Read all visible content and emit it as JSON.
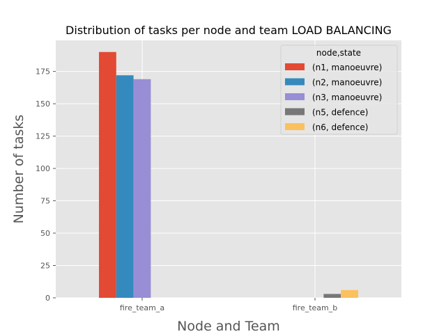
{
  "chart_data": {
    "type": "bar",
    "title": "Distribution of tasks per node and team LOAD BALANCING",
    "xlabel": "Node and Team",
    "ylabel": "Number of tasks",
    "categories": [
      "fire_team_a",
      "fire_team_b"
    ],
    "ylim": [
      0,
      199
    ],
    "yticks": [
      0,
      25,
      50,
      75,
      100,
      125,
      150,
      175
    ],
    "grid": true,
    "legend_title": "node,state",
    "legend_position": "top-right",
    "series": [
      {
        "name": "(n1, manoeuvre)",
        "color": "#E24A33",
        "values": [
          190,
          0
        ]
      },
      {
        "name": "(n2, manoeuvre)",
        "color": "#348ABD",
        "values": [
          172,
          0
        ]
      },
      {
        "name": "(n3, manoeuvre)",
        "color": "#988ED5",
        "values": [
          169,
          0
        ]
      },
      {
        "name": "(n5, defence)",
        "color": "#777777",
        "values": [
          0,
          3
        ]
      },
      {
        "name": "(n6, defence)",
        "color": "#FBC15E",
        "values": [
          0,
          6
        ]
      }
    ]
  }
}
